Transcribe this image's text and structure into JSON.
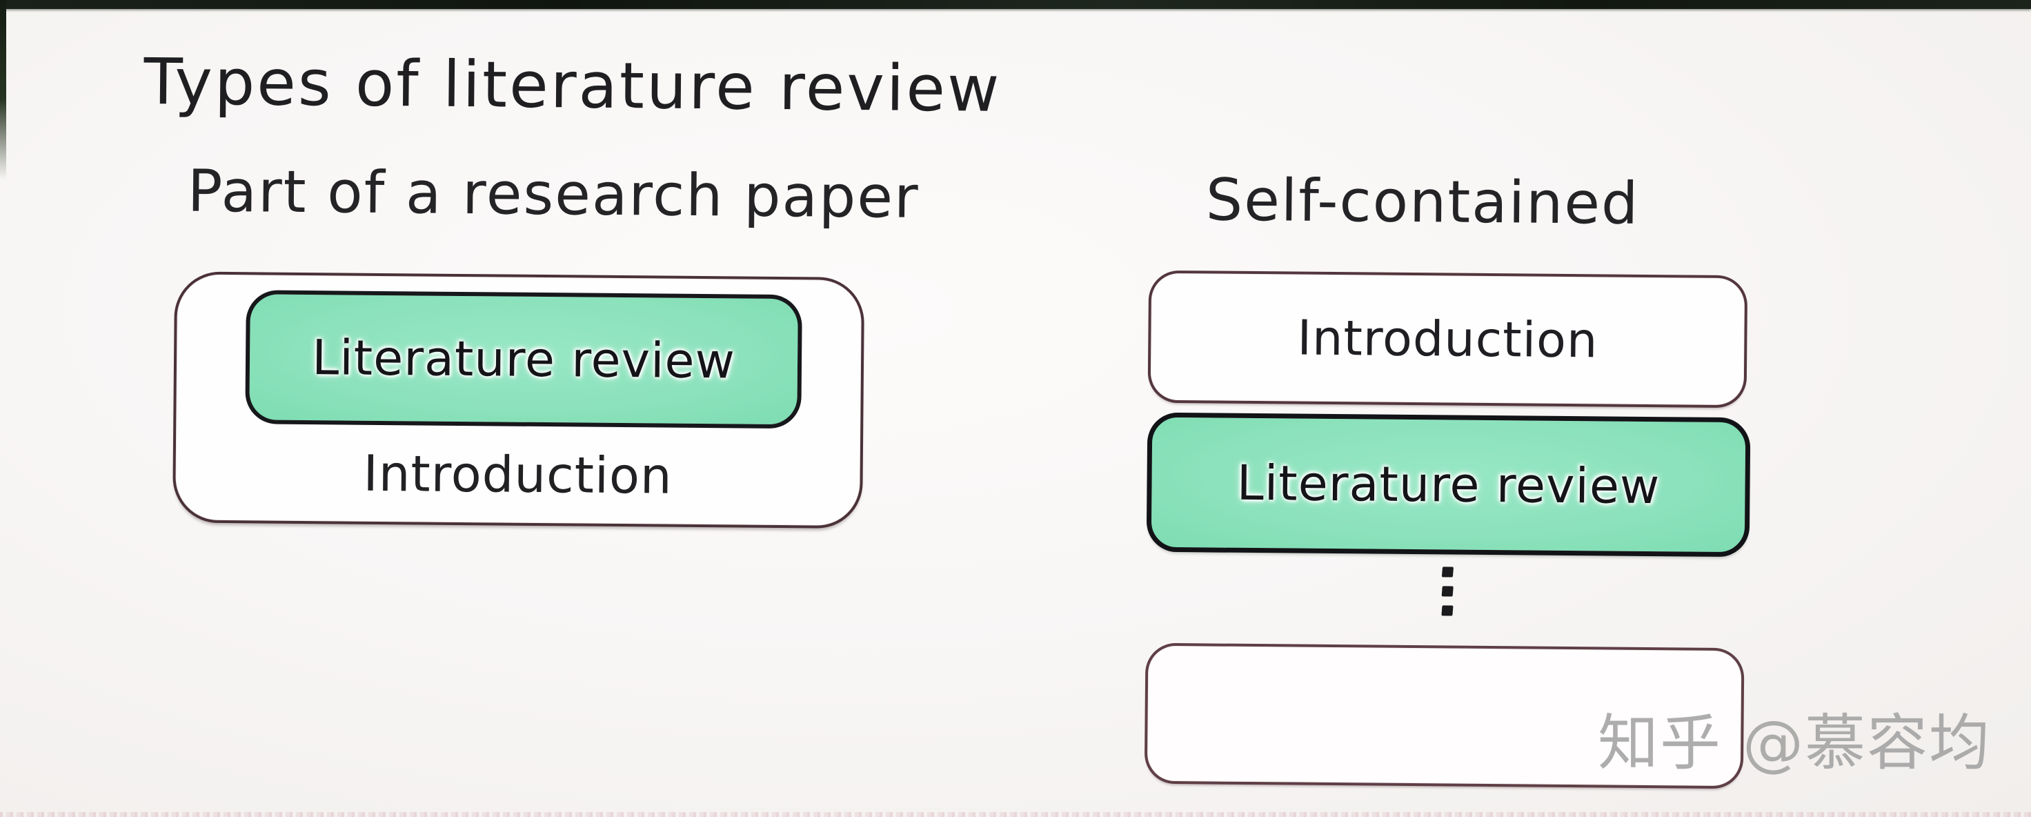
{
  "title": "Types of literature review",
  "columns": {
    "left": {
      "heading": "Part of a research paper",
      "outer_box": {
        "highlight_label": "Literature review",
        "lower_label": "Introduction"
      }
    },
    "right": {
      "heading": "Self-contained",
      "boxes": [
        {
          "label": "Introduction",
          "style": "outlined"
        },
        {
          "label": "Literature review",
          "style": "highlighted"
        },
        {
          "label": "⋮",
          "style": "vertical-ellipsis"
        },
        {
          "label": "",
          "style": "outlined-empty"
        }
      ]
    }
  },
  "watermark": {
    "text": "知乎 @慕容均",
    "color": "#a0a0a0"
  },
  "colors": {
    "highlight_green": "#8ce2bc",
    "green_box_border": "#17181b",
    "outlined_box_border": "#53363e",
    "text": "#202023",
    "photo_top_edge": "#1a211b",
    "photo_bottom_tint": "#cb929e"
  }
}
